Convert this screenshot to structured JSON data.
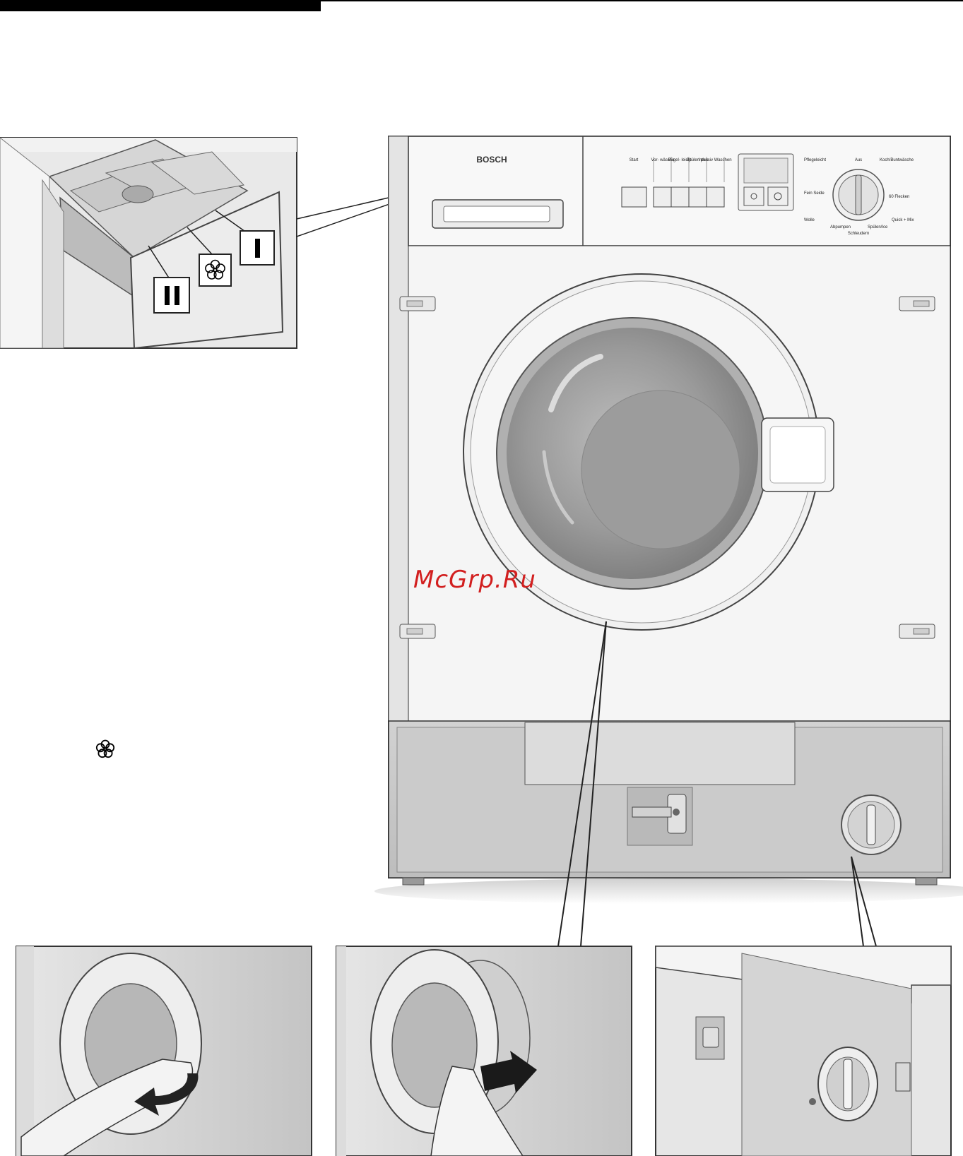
{
  "header": {
    "bar_color": "#000000"
  },
  "watermark": {
    "text": "McGrp.Ru",
    "color": "#d21f1f"
  },
  "drawer_detail": {
    "compartment_main_label": "II",
    "compartment_prewash_label": "I",
    "softener_symbol": "flower-icon"
  },
  "machine": {
    "brand": "BOSCH",
    "program_buttons": [
      "Start",
      "Vor-\nwäsche",
      "Bügel-\nleicht",
      "Spülen\nplus",
      "Intensiv\nWaschen"
    ],
    "dial_labels": {
      "top_left": "Pflegeleicht",
      "top_mid": "Aus",
      "top_right": "Koch/Buntwäsche",
      "left_mid": "Fein\nSeide",
      "right_mid": "60 Flecken",
      "bottom_left": "Wolle",
      "bottom_right": "Quick + Mix",
      "below_left": "Abpumpen",
      "below_right": "Spülen/Ice",
      "below_center": "Schleudern"
    }
  },
  "side_note": {
    "symbol": "❀"
  },
  "panels": [
    {
      "name": "open-door-detail"
    },
    {
      "name": "pull-door-detail"
    },
    {
      "name": "pump-cover-detail"
    }
  ]
}
